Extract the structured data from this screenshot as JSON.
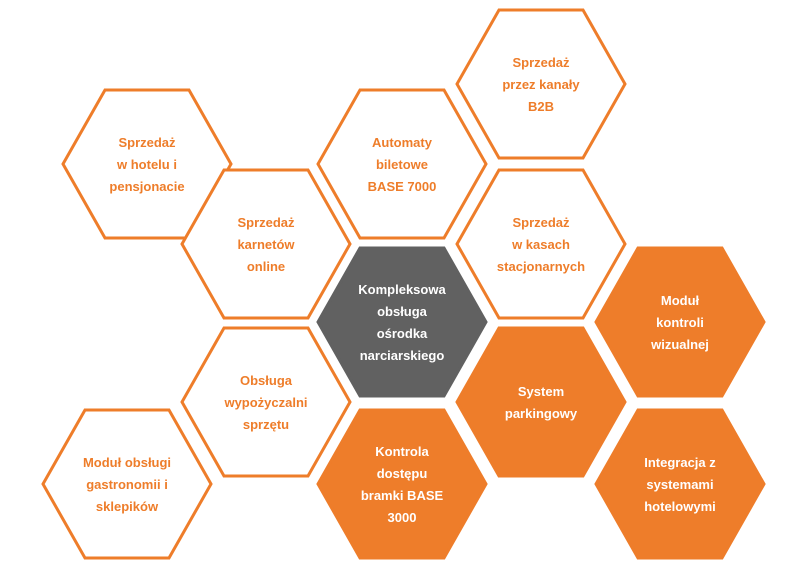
{
  "colors": {
    "accent": "#ee7d2a",
    "center": "#616161",
    "filled_text": "#ffffff"
  },
  "hexagons": [
    {
      "id": "b2b",
      "style": "outline",
      "lines": [
        "Sprzedaż",
        "przez kanały",
        "B2B"
      ]
    },
    {
      "id": "hotel",
      "style": "outline",
      "lines": [
        "Sprzedaż",
        "w hotelu i",
        "pensjonacie"
      ]
    },
    {
      "id": "automaty",
      "style": "outline",
      "lines": [
        "Automaty",
        "biletowe",
        "BASE 7000"
      ]
    },
    {
      "id": "karnety",
      "style": "outline",
      "lines": [
        "Sprzedaż",
        "karnetów",
        "online"
      ]
    },
    {
      "id": "kasy",
      "style": "outline",
      "lines": [
        "Sprzedaż",
        "w kasach",
        "stacjonarnych"
      ]
    },
    {
      "id": "center",
      "style": "gray",
      "lines": [
        "Kompleksowa",
        "obsługa",
        "ośrodka",
        "narciarskiego"
      ]
    },
    {
      "id": "kontrola-wiz",
      "style": "orange",
      "lines": [
        "Moduł",
        "kontroli",
        "wizualnej"
      ]
    },
    {
      "id": "wypozyczalnia",
      "style": "outline",
      "lines": [
        "Obsługa",
        "wypożyczalni",
        "sprzętu"
      ]
    },
    {
      "id": "parking",
      "style": "orange",
      "lines": [
        "System",
        "parkingowy"
      ]
    },
    {
      "id": "gastro",
      "style": "outline",
      "lines": [
        "Moduł obsługi",
        "gastronomii i",
        "sklepików"
      ]
    },
    {
      "id": "bramki",
      "style": "orange",
      "lines": [
        "Kontrola",
        "dostępu",
        "bramki BASE",
        "3000"
      ]
    },
    {
      "id": "hotelowe",
      "style": "orange",
      "lines": [
        "Integracja z",
        "systemami",
        "hotelowymi"
      ]
    }
  ]
}
